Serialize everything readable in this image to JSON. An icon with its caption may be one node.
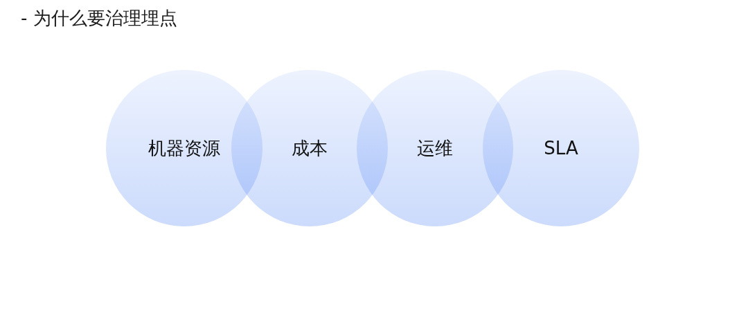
{
  "diagram": {
    "title": "- 为什么要治理埋点",
    "nodes": [
      {
        "text": [
          "机器资源"
        ]
      },
      {
        "text": [
          "成本"
        ]
      },
      {
        "text": [
          "运维"
        ]
      },
      {
        "text": [
          "SLA"
        ]
      }
    ]
  }
}
